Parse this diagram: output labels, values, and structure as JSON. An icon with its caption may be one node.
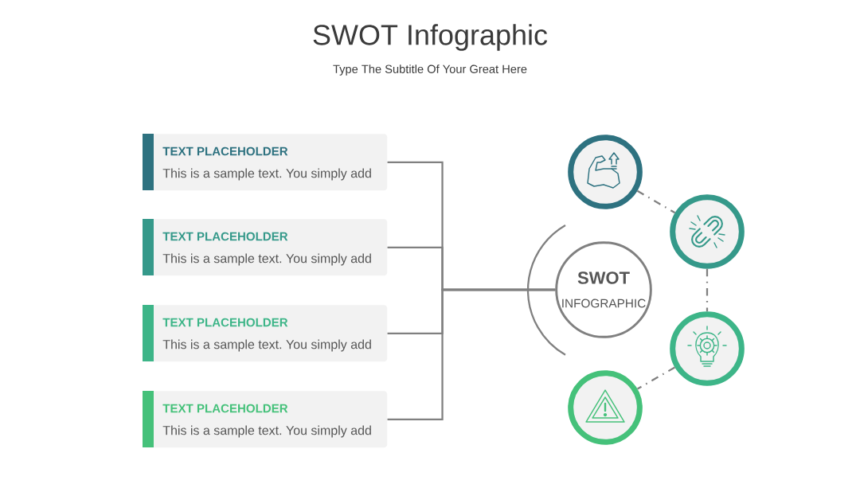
{
  "diagram": {
    "title": "SWOT Infographic",
    "caption": "Type The Subtitle Of Your Great Here",
    "nodes": [
      {
        "text": [
          "TEXT PLACEHOLDER",
          "This is a sample text. You simply add"
        ]
      },
      {
        "text": [
          "TEXT PLACEHOLDER",
          "This is a sample text. You simply add"
        ]
      },
      {
        "text": [
          "TEXT PLACEHOLDER",
          "This is a sample text. You simply add"
        ]
      },
      {
        "text": [
          "TEXT PLACEHOLDER",
          "This is a sample text. You simply add"
        ]
      },
      {
        "text": [
          "SWOT",
          "INFOGRAPHIC"
        ]
      },
      {
        "text": [],
        "shape": "circle"
      },
      {
        "text": [],
        "shape": "circle"
      },
      {
        "text": [],
        "shape": "circle"
      },
      {
        "text": [],
        "shape": "circle"
      }
    ],
    "edges": [
      {
        "from": 0,
        "to": 4,
        "arrow": "none"
      },
      {
        "from": 1,
        "to": 4,
        "arrow": "none"
      },
      {
        "from": 2,
        "to": 4,
        "arrow": "none"
      },
      {
        "from": 3,
        "to": 4,
        "arrow": "none"
      },
      {
        "from": 5,
        "to": 6,
        "arrow": "none",
        "style": "dashed"
      },
      {
        "from": 6,
        "to": 7,
        "arrow": "none",
        "style": "dashed"
      },
      {
        "from": 7,
        "to": 8,
        "arrow": "none",
        "style": "dashed"
      }
    ]
  }
}
